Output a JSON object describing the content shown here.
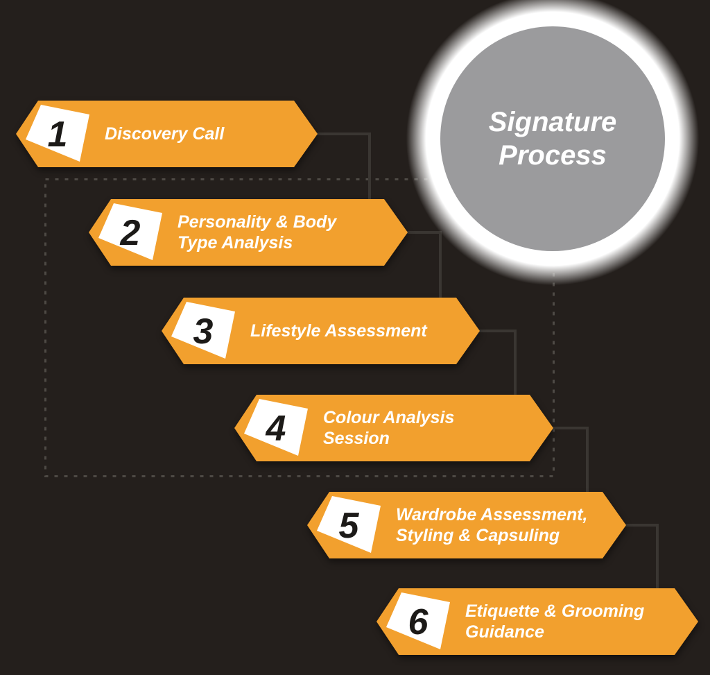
{
  "circle": {
    "line1": "Signature",
    "line2": "Process"
  },
  "steps": [
    {
      "number": "1",
      "label": "Discovery Call"
    },
    {
      "number": "2",
      "label": "Personality & Body\nType Analysis"
    },
    {
      "number": "3",
      "label": "Lifestyle Assessment"
    },
    {
      "number": "4",
      "label": "Colour Analysis Session"
    },
    {
      "number": "5",
      "label": "Wardrobe Assessment,\nStyling & Capsuling"
    },
    {
      "number": "6",
      "label": "Etiquette & Grooming\nGuidance"
    }
  ],
  "colors": {
    "background": "#241f1c",
    "banner_orange": "#f2a02e",
    "circle_gray": "#9b9b9d",
    "ring_white": "#ffffff",
    "number_black": "#1c1a18",
    "connector_gray": "#3a3632",
    "dashed_gray": "#4e4a45",
    "label_white": "#ffffff"
  }
}
